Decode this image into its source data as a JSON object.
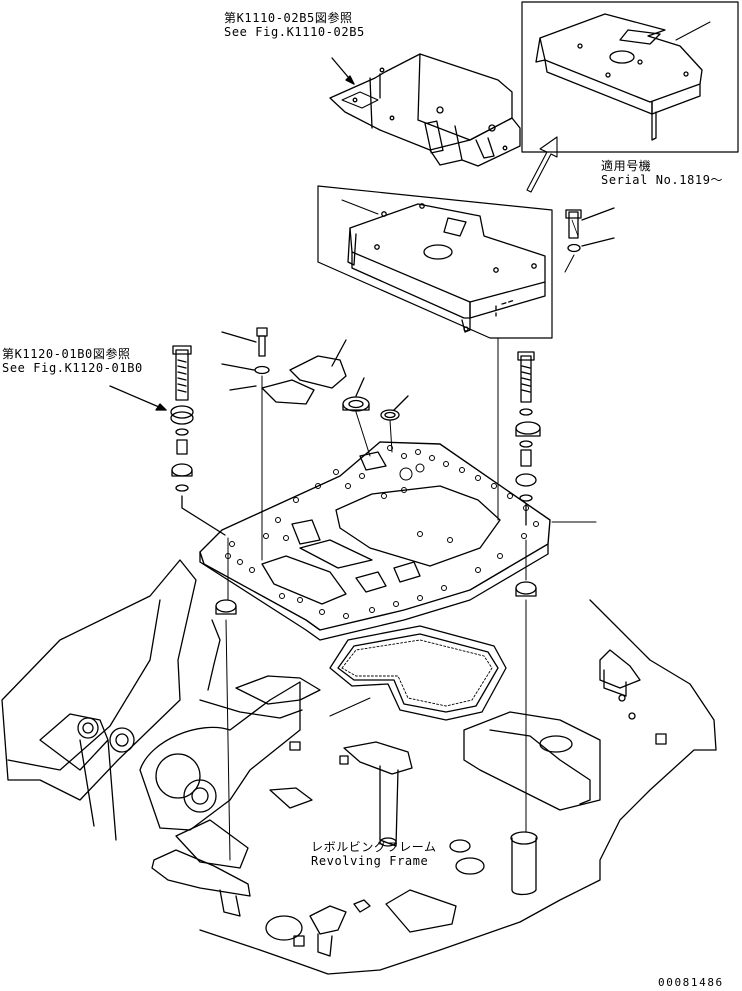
{
  "figure": {
    "drawing_code": "00081486",
    "references": {
      "k1110": {
        "jp": "第K1110-02B5図参照",
        "en": "See Fig.K1110-02B5"
      },
      "k1120": {
        "jp": "第K1120-01B0図参照",
        "en": "See Fig.K1120-01B0"
      }
    },
    "serial_applicability": {
      "jp": "適用号機",
      "en": "Serial No.1819～"
    },
    "revolving_frame": {
      "jp": "レボルビングフレーム",
      "en": "Revolving Frame"
    }
  },
  "style": {
    "line_color": "#000000",
    "background": "#ffffff"
  }
}
